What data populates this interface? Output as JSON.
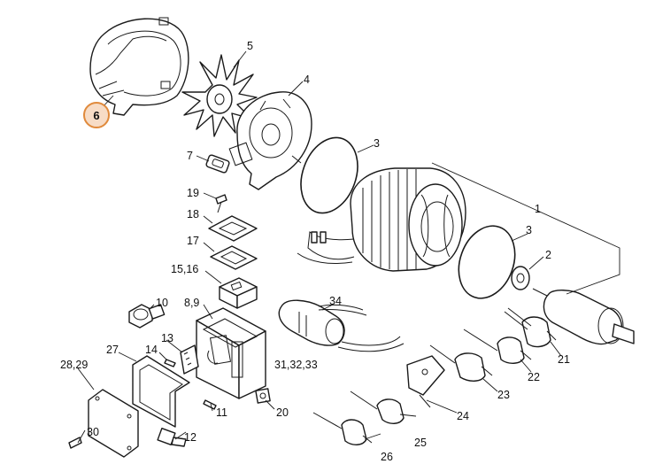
{
  "colors": {
    "background": "#ffffff",
    "line": "#1a1a1a",
    "highlight_fill": "#f7dcc6",
    "highlight_stroke": "#e08a3c"
  },
  "highlighted_callout": "6",
  "callouts": [
    {
      "id": "c1",
      "label": "1"
    },
    {
      "id": "c2",
      "label": "2"
    },
    {
      "id": "c3a",
      "label": "3"
    },
    {
      "id": "c3b",
      "label": "3"
    },
    {
      "id": "c4",
      "label": "4"
    },
    {
      "id": "c5",
      "label": "5"
    },
    {
      "id": "c6",
      "label": "6"
    },
    {
      "id": "c7",
      "label": "7"
    },
    {
      "id": "c8_9",
      "label": "8,9"
    },
    {
      "id": "c10",
      "label": "10"
    },
    {
      "id": "c11",
      "label": "11"
    },
    {
      "id": "c12",
      "label": "12"
    },
    {
      "id": "c13",
      "label": "13"
    },
    {
      "id": "c14",
      "label": "14"
    },
    {
      "id": "c15_16",
      "label": "15,16"
    },
    {
      "id": "c17",
      "label": "17"
    },
    {
      "id": "c18",
      "label": "18"
    },
    {
      "id": "c19",
      "label": "19"
    },
    {
      "id": "c20",
      "label": "20"
    },
    {
      "id": "c21",
      "label": "21"
    },
    {
      "id": "c22",
      "label": "22"
    },
    {
      "id": "c23",
      "label": "23"
    },
    {
      "id": "c24",
      "label": "24"
    },
    {
      "id": "c25",
      "label": "25"
    },
    {
      "id": "c26",
      "label": "26"
    },
    {
      "id": "c27",
      "label": "27"
    },
    {
      "id": "c28_29",
      "label": "28,29"
    },
    {
      "id": "c30",
      "label": "30"
    },
    {
      "id": "c31_33",
      "label": "31,32,33"
    },
    {
      "id": "c34",
      "label": "34"
    }
  ]
}
